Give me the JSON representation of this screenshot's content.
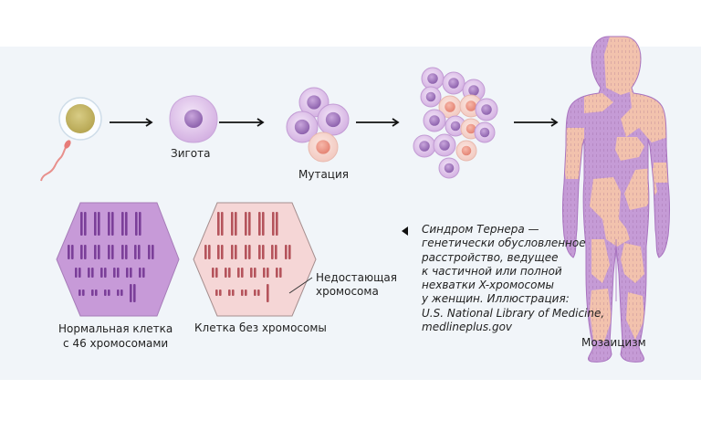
{
  "diagram": {
    "title": "Мозаицизм при синдроме Тернера",
    "stages": [
      {
        "id": "fertilization",
        "label": ""
      },
      {
        "id": "zygote",
        "label": "Зигота"
      },
      {
        "id": "mutation",
        "label": "Мутация"
      },
      {
        "id": "division",
        "label": ""
      },
      {
        "id": "mosaicism",
        "label": "Мозаицизм"
      }
    ],
    "karyotypes": {
      "normal": {
        "label_line1": "Нормальная клетка",
        "label_line2": "с 46 хромосомами",
        "color": "#7b3f99"
      },
      "missing": {
        "label": "Клетка без хромосомы",
        "callout_line1": "Недостающая",
        "callout_line2": "хромосома",
        "color": "#b5545c"
      }
    },
    "caption": {
      "lines": [
        "Синдром Тернера —",
        "генетически обусловленное",
        "расстройство, ведущее",
        "к частичной или полной",
        "нехватки X-хромосомы",
        "у женщин. Иллюстрация:",
        "U.S. National Library of Medicine,",
        "medlineplus.gov"
      ]
    },
    "colors": {
      "panel_bg": "#f1f5f9",
      "normal_cell": "#d9b8e6",
      "normal_nucleus": "#a77fc4",
      "mutant_cell": "#f5d3cc",
      "mutant_nucleus": "#ec9a8a",
      "egg_yolk": "#c8b865",
      "sperm": "#e68a8a",
      "body_purple": "#c59bd6",
      "body_peach": "#f2c2ad"
    }
  }
}
